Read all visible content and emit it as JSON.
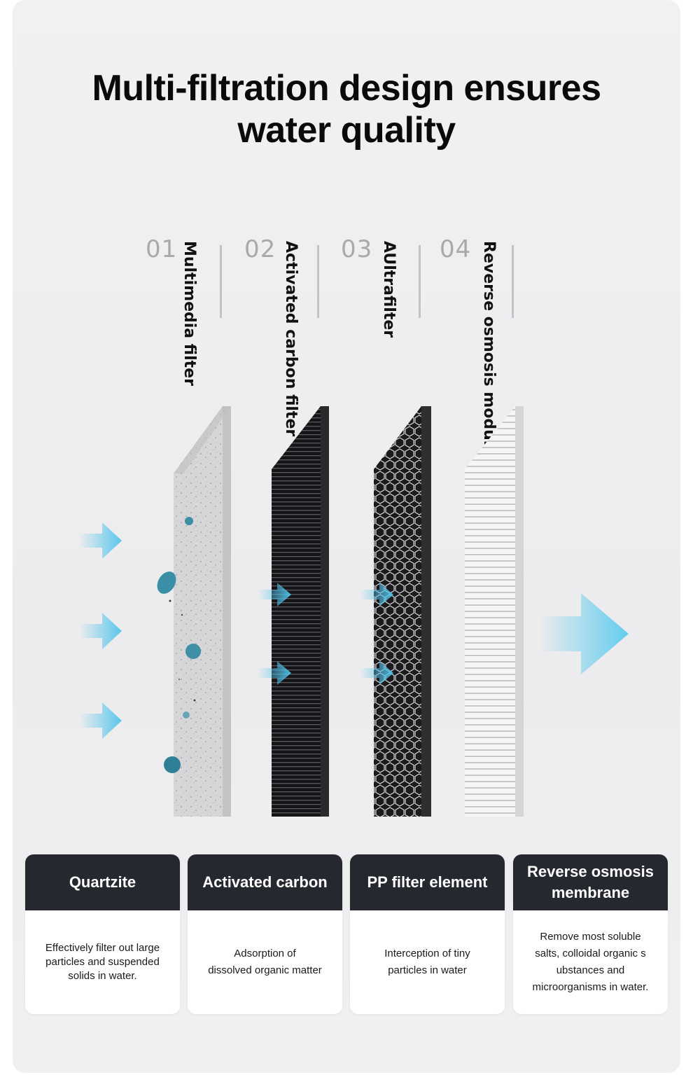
{
  "headline": {
    "line1": "Multi-filtration design ensures",
    "line2": "water quality"
  },
  "layers": [
    {
      "number": "01",
      "label": "Multimedia filter"
    },
    {
      "number": "02",
      "label": "Activated carbon filter"
    },
    {
      "number": "03",
      "label": "AUltrafilter"
    },
    {
      "number": "04",
      "label": "Reverse osmosis module"
    }
  ],
  "cards": [
    {
      "title": "Quartzite",
      "desc": [
        "Effectively filter out large",
        "particles and suspended",
        "solids in water."
      ]
    },
    {
      "title": "Activated carbon",
      "desc": [
        "Adsorption of",
        "dissolved organic matter"
      ]
    },
    {
      "title": "PP filter element",
      "desc": [
        "Interception of tiny",
        "particles in water"
      ]
    },
    {
      "title_lines": [
        "Reverse osmosis",
        "membrane"
      ],
      "desc": [
        "Remove most soluble",
        "salts, colloidal organic s",
        "ubstances and",
        "microorganisms in water."
      ]
    }
  ],
  "colors": {
    "card_header": "#25282e",
    "arrow": "#52c4ec",
    "page_bg": "#efeff0"
  }
}
